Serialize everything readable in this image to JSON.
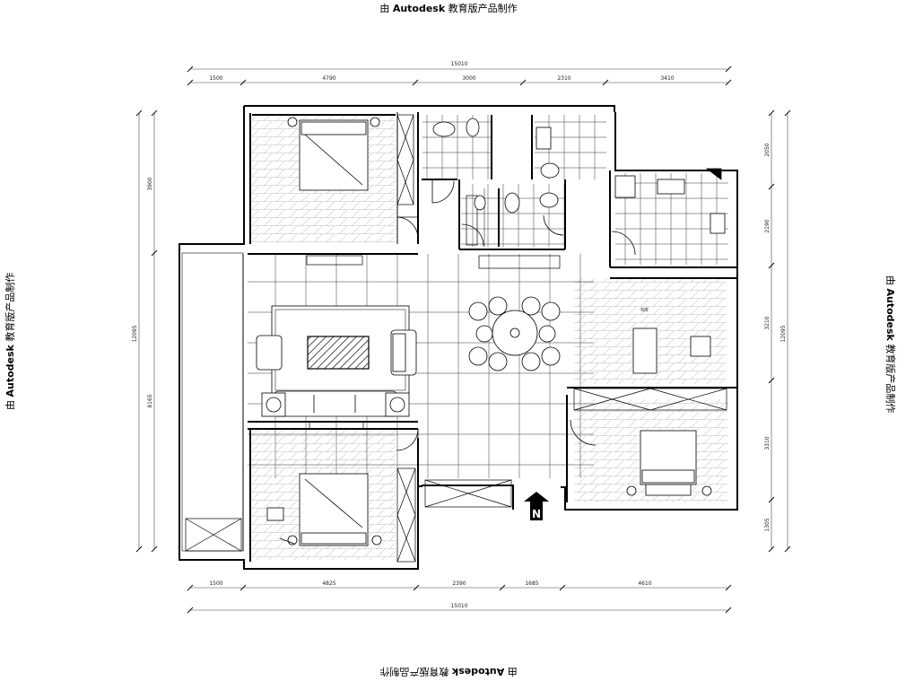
{
  "watermark": {
    "prefix": "由 ",
    "brand": "Autodesk",
    "suffix": " 教育版产品制作"
  },
  "dimensions": {
    "top_total": "15010",
    "top": [
      "1500",
      "4790",
      "3000",
      "2310",
      "3410"
    ],
    "bottom": [
      "1500",
      "4825",
      "2390",
      "1685",
      "4610"
    ],
    "bottom_total": "15010",
    "left_total": "12095",
    "left": [
      "3900",
      "8165"
    ],
    "right": [
      "2050",
      "2190",
      "3210",
      "3310",
      "1305"
    ],
    "right_total": "12095"
  },
  "annotations": {
    "north_arrow": "N",
    "room_label": "书房"
  }
}
